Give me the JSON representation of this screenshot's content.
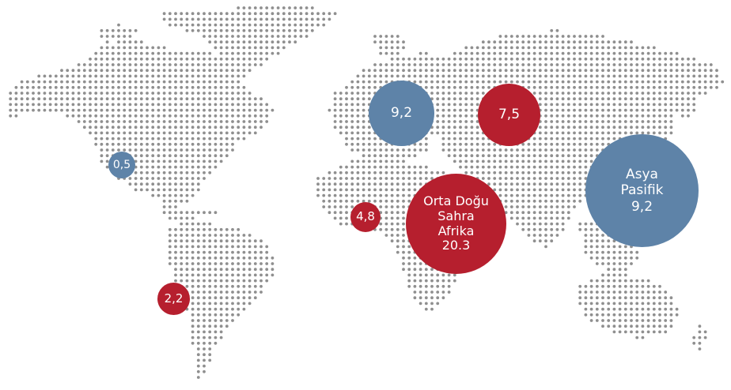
{
  "colors": {
    "dot": "#8f8f8f",
    "red": "#b61f2e",
    "blue": "#5e83a8",
    "background": "#ffffff"
  },
  "bubbles": [
    {
      "id": "north-america",
      "label": "0,5",
      "value": 0.5,
      "color": "blue"
    },
    {
      "id": "south-america",
      "label": "2,2",
      "value": 2.2,
      "color": "red"
    },
    {
      "id": "europe",
      "label": "9,2",
      "value": 9.2,
      "color": "blue"
    },
    {
      "id": "russia",
      "label": "7,5",
      "value": 7.5,
      "color": "red"
    },
    {
      "id": "west-africa",
      "label": "4,8",
      "value": 4.8,
      "color": "red"
    },
    {
      "id": "mena-ssa",
      "label": "Orta Doğu\nSahra\nAfrika\n20.3",
      "value": 20.3,
      "color": "red"
    },
    {
      "id": "asia-pacific",
      "label": "Asya\nPasifik\n9,2",
      "value": 9.2,
      "color": "blue"
    }
  ]
}
